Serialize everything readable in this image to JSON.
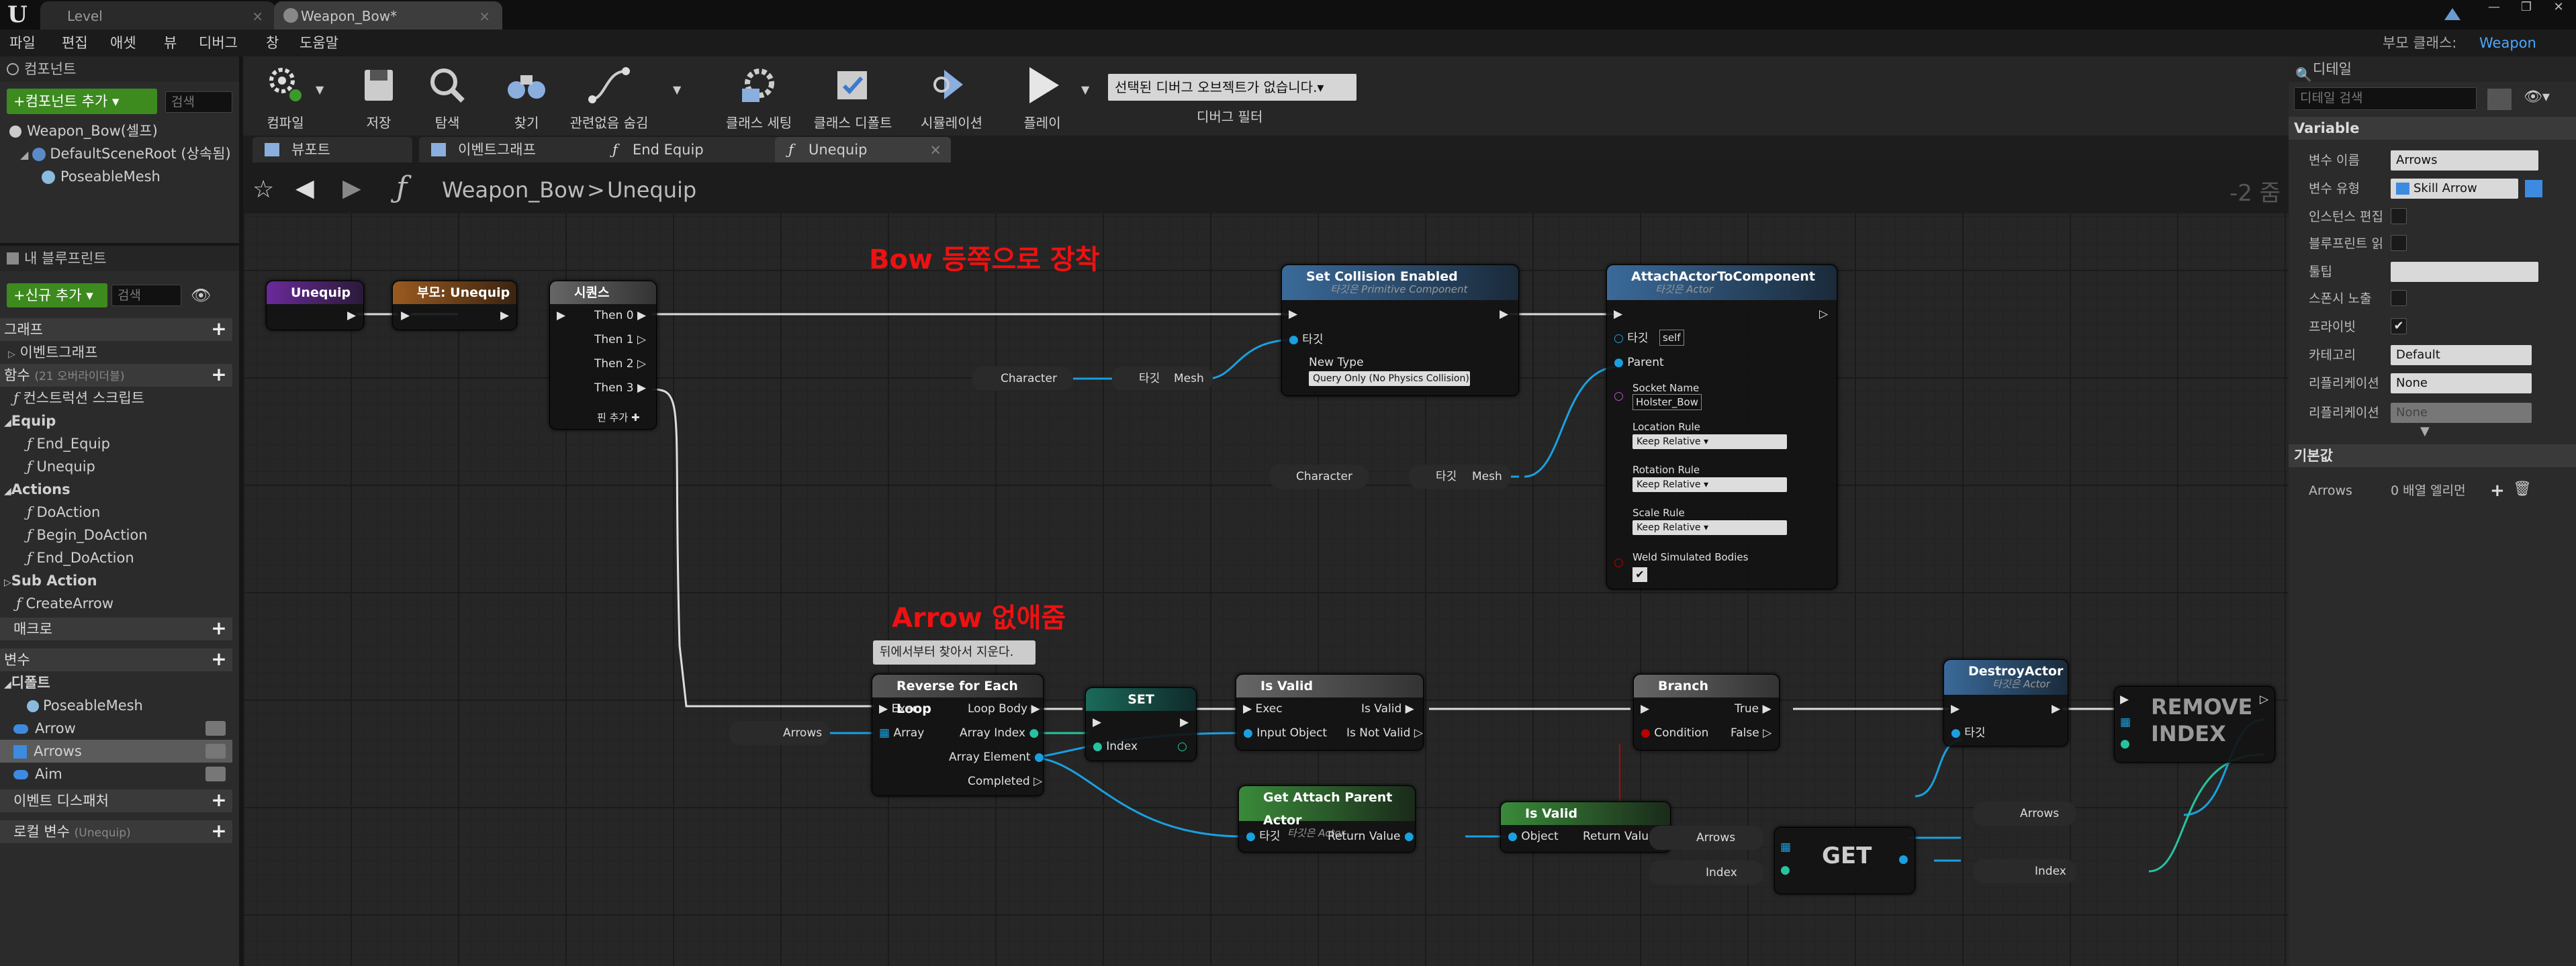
{
  "window": {
    "tabs": [
      {
        "label": "Level"
      },
      {
        "label": "Weapon_Bow*"
      }
    ],
    "parent_class_label": "부모 클래스:",
    "parent_class_value": "Weapon"
  },
  "menu": [
    "파일",
    "편집",
    "애셋",
    "뷰",
    "디버그",
    "창",
    "도움말"
  ],
  "components": {
    "header": "컴포넌트",
    "add_button": "+컴포넌트 추가 ▾",
    "search_placeholder": "검색",
    "items": [
      "Weapon_Bow(셀프)",
      "DefaultSceneRoot (상속됨)",
      "PoseableMesh"
    ]
  },
  "my_blueprint": {
    "header": "내 블루프린트",
    "add_button": "+신규 추가 ▾",
    "search_placeholder": "검색",
    "graph_label": "그래프",
    "event_graph": "이벤트그래프",
    "functions_label": "함수",
    "functions_count": "(21 오버라이더블)",
    "construction_script": "컨스트럭션 스크립트",
    "cat_equip": "Equip",
    "equip_items": [
      "End_Equip",
      "Unequip"
    ],
    "cat_actions": "Actions",
    "action_items": [
      "DoAction",
      "Begin_DoAction",
      "End_DoAction"
    ],
    "cat_subaction": "Sub Action",
    "subaction_items": [
      "CreateArrow"
    ],
    "macro_label": "매크로",
    "variables_label": "변수",
    "default_label": "디폴트",
    "variables": [
      "PoseableMesh",
      "Arrow",
      "Arrows",
      "Aim"
    ],
    "event_dispatcher": "이벤트 디스패처",
    "local_vars": "로컬 변수",
    "local_vars_scope": "(Unequip)"
  },
  "toolbar": {
    "buttons": [
      "컴파일",
      "저장",
      "탐색",
      "찾기",
      "관련없음 숨김",
      "클래스 세팅",
      "클래스 디폴트",
      "시뮬레이션",
      "플레이"
    ],
    "debug_select": "선택된 디버그 오브젝트가 없습니다.▾",
    "debug_filter": "디버그 필터"
  },
  "doc_tabs": [
    "뷰포트",
    "이벤트그래프",
    "End Equip",
    "Unequip"
  ],
  "breadcrumb": {
    "root": "Weapon_Bow",
    "sep": ">",
    "current": "Unequip",
    "zoom": "-2 줌"
  },
  "graph": {
    "comment_bow": "Bow 등쪽으로 장착",
    "comment_arrow": "Arrow 없애줌",
    "tooltip": "뒤에서부터 찾아서 지운다.",
    "nodes": {
      "unequip": "Unequip",
      "parent_unequip": "부모: Unequip",
      "sequence": "시퀀스",
      "seq_pins": [
        "Then 0",
        "Then 1",
        "Then 2",
        "Then 3"
      ],
      "seq_add": "핀 추가",
      "set_collision": "Set Collision Enabled",
      "set_collision_sub": "타깃은 Primitive Component",
      "target": "타깃",
      "new_type": "New Type",
      "new_type_value": "Query Only (No Physics Collision) ▾",
      "attach": "AttachActorToComponent",
      "attach_sub": "타깃은 Actor",
      "self": "self",
      "parent": "Parent",
      "socket_name": "Socket Name",
      "socket_value": "Holster_Bow",
      "location_rule": "Location Rule",
      "rotation_rule": "Rotation Rule",
      "scale_rule": "Scale Rule",
      "keep_relative": "Keep Relative ▾",
      "weld": "Weld Simulated Bodies",
      "character": "Character",
      "mesh": "Mesh",
      "reverse_loop": "Reverse for Each Loop",
      "exec": "Exec",
      "array": "Array",
      "loop_body": "Loop Body",
      "array_index": "Array Index",
      "array_element": "Array Element",
      "completed": "Completed",
      "set": "SET",
      "index": "Index",
      "is_valid": "Is Valid",
      "input_object": "Input Object",
      "is_valid_pin": "Is Valid",
      "is_not_valid": "Is Not Valid",
      "branch": "Branch",
      "condition": "Condition",
      "true": "True",
      "false": "False",
      "destroy": "DestroyActor",
      "destroy_sub": "타깃은 Actor",
      "remove_index": "REMOVE INDEX",
      "get": "GET",
      "arrows": "Arrows",
      "get_attach_parent": "Get Attach Parent Actor",
      "get_attach_sub": "타깃은 Actor",
      "return_value": "Return Value",
      "object": "Object",
      "is_valid_func": "Is Valid"
    }
  },
  "details": {
    "header": "디테일",
    "search_placeholder": "디테일 검색",
    "section_variable": "Variable",
    "var_name_label": "변수 이름",
    "var_name": "Arrows",
    "var_type_label": "변수 유형",
    "var_type": "Skill Arrow",
    "instance_edit": "인스턴스 편집",
    "bp_readonly": "블루프린트 읽",
    "tooltip_label": "툴팁",
    "spawn_expose": "스폰시 노출",
    "private": "프라이빗",
    "category_label": "카테고리",
    "category_value": "Default",
    "replication": "리플리케이션",
    "replication_value": "None",
    "replication_cond": "리플리케이션",
    "replication_cond_value": "None",
    "section_default": "기본값",
    "arrows_label": "Arrows",
    "arrows_value": "0 배열 엘리먼"
  }
}
